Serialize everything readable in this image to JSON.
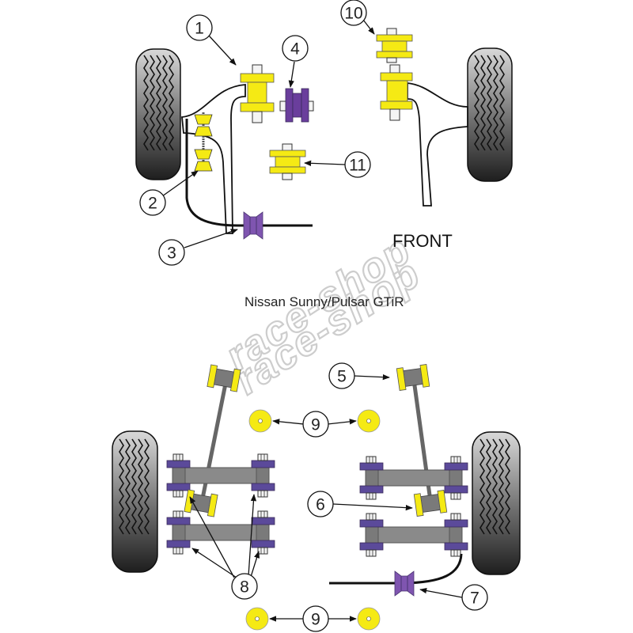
{
  "diagram": {
    "title": "Nissan Sunny/Pulsar GTiR",
    "section_label_front": "FRONT",
    "watermark": [
      "race-shop",
      "race-shop"
    ],
    "colors": {
      "bush_yellow": "#f5ea14",
      "bush_purple": "#6a3e9c",
      "bush_purple_light": "#7f55b0",
      "arm_gray": "#7a7a7a",
      "tyre_dark": "#2b2b2b",
      "tyre_light": "#bdbdbd"
    },
    "callouts": [
      {
        "id": "1",
        "label": "1"
      },
      {
        "id": "2",
        "label": "2"
      },
      {
        "id": "3",
        "label": "3"
      },
      {
        "id": "4",
        "label": "4"
      },
      {
        "id": "5",
        "label": "5"
      },
      {
        "id": "6",
        "label": "6"
      },
      {
        "id": "7",
        "label": "7"
      },
      {
        "id": "8",
        "label": "8"
      },
      {
        "id": "9a",
        "label": "9"
      },
      {
        "id": "9b",
        "label": "9"
      },
      {
        "id": "10",
        "label": "10"
      },
      {
        "id": "11",
        "label": "11"
      }
    ]
  }
}
